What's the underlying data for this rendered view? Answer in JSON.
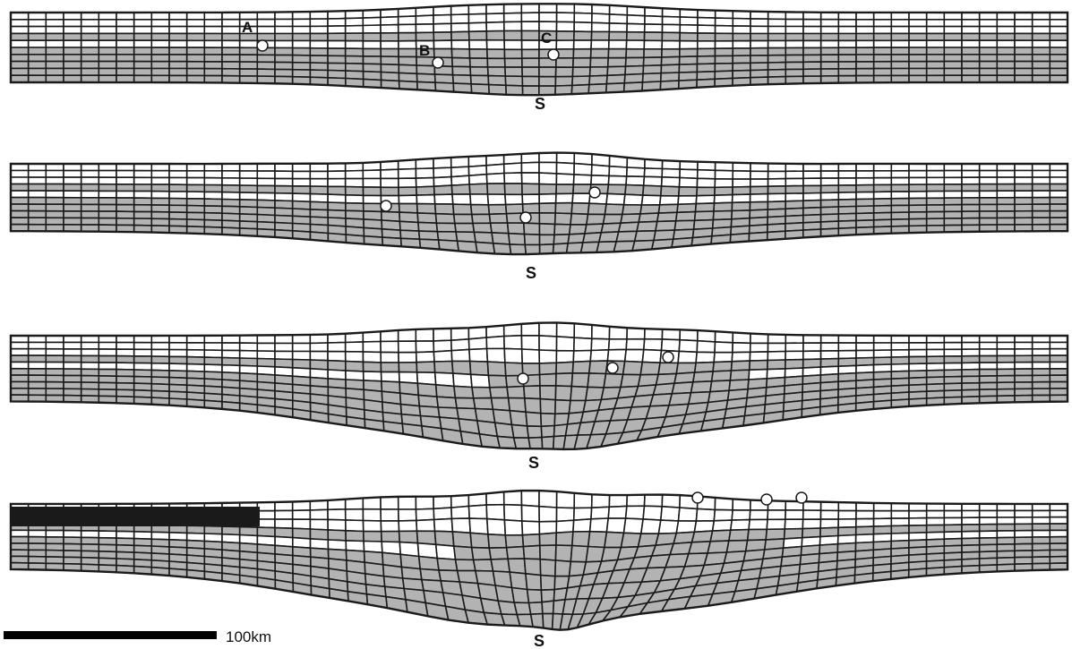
{
  "panels": [
    {
      "id": "stage-1",
      "s_label": "S",
      "marker_labels": [
        "A",
        "B",
        "C"
      ]
    },
    {
      "id": "stage-2",
      "s_label": "S",
      "marker_labels": []
    },
    {
      "id": "stage-3",
      "s_label": "S",
      "marker_labels": []
    },
    {
      "id": "stage-4",
      "s_label": "S",
      "marker_labels": []
    }
  ],
  "scale_bar": {
    "label": "100km"
  },
  "colors": {
    "mesh_line": "#1a1a1a",
    "lower_fill": "#b3b3b3",
    "upper_fill": "#ffffff",
    "marker": "#ffffff",
    "scale_bar": "#000000"
  }
}
